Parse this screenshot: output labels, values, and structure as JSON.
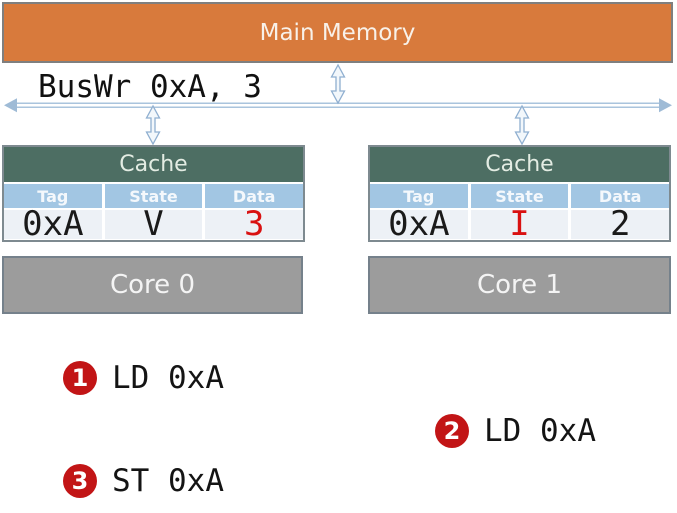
{
  "palette": {
    "memory_fill": "#d87a3c",
    "memory_border": "#7f7f7f",
    "cache_header_fill": "#4d6e63",
    "column_header_fill": "#a2c6e3",
    "data_row_fill": "#edf1f6",
    "cache_border": "#7e8a90",
    "core_fill": "#9c9c9c",
    "core_border": "#75818b",
    "bus_color": "#9fbbd6",
    "value_red": "#d91111",
    "value_black": "#1a1a1a",
    "badge_red": "#c21516"
  },
  "memory": {
    "label": "Main Memory"
  },
  "bus": {
    "label": "BusWr 0xA, 3"
  },
  "caches": [
    {
      "title": "Cache",
      "columns": [
        "Tag",
        "State",
        "Data"
      ],
      "row": {
        "tag": {
          "text": "0xA",
          "color": "#1a1a1a"
        },
        "state": {
          "text": "V",
          "color": "#1a1a1a"
        },
        "data": {
          "text": "3",
          "color": "#d91111"
        }
      }
    },
    {
      "title": "Cache",
      "columns": [
        "Tag",
        "State",
        "Data"
      ],
      "row": {
        "tag": {
          "text": "0xA",
          "color": "#1a1a1a"
        },
        "state": {
          "text": "I",
          "color": "#d91111"
        },
        "data": {
          "text": "2",
          "color": "#1a1a1a"
        }
      }
    }
  ],
  "cores": [
    {
      "label": "Core 0"
    },
    {
      "label": "Core 1"
    }
  ],
  "events": [
    {
      "num": "1",
      "text": "LD 0xA"
    },
    {
      "num": "2",
      "text": "LD 0xA"
    },
    {
      "num": "3",
      "text": "ST 0xA"
    }
  ]
}
